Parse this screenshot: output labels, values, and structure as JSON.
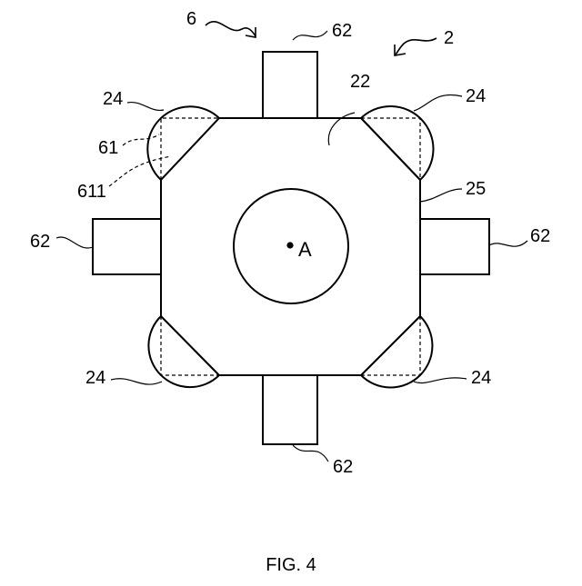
{
  "labels": {
    "tab_top": "62",
    "tab_left": "62",
    "tab_right": "62",
    "tab_bottom": "62",
    "lens_top_left": "24",
    "lens_top_right": "24",
    "lens_bottom_left": "24",
    "lens_bottom_right": "24",
    "component": "6",
    "assembly": "2",
    "surface": "22",
    "side": "25",
    "corner_region": "61",
    "corner_edge": "611",
    "center_point": "A"
  },
  "caption": "FIG. 4",
  "colors": {
    "ink": "#000000",
    "paper": "#ffffff"
  }
}
